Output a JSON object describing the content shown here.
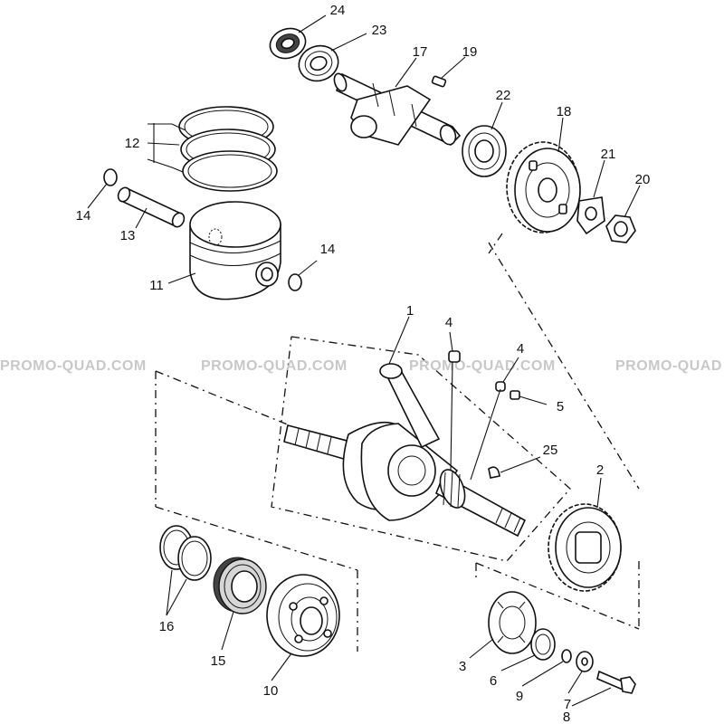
{
  "watermark": {
    "texts": [
      "PROMO-QUAD.COM",
      "PROMO-QUAD.COM",
      "PROMO-QUAD.COM",
      "PROMO-QUAD"
    ]
  },
  "callouts": {
    "c1": "1",
    "c2": "2",
    "c3": "3",
    "c4a": "4",
    "c4b": "4",
    "c5": "5",
    "c6": "6",
    "c7": "7",
    "c8": "8",
    "c9": "9",
    "c10": "10",
    "c11": "11",
    "c12": "12",
    "c13": "13",
    "c14a": "14",
    "c14b": "14",
    "c15": "15",
    "c16": "16",
    "c17": "17",
    "c18": "18",
    "c19": "19",
    "c20": "20",
    "c21": "21",
    "c22": "22",
    "c23": "23",
    "c24": "24",
    "c25": "25"
  }
}
